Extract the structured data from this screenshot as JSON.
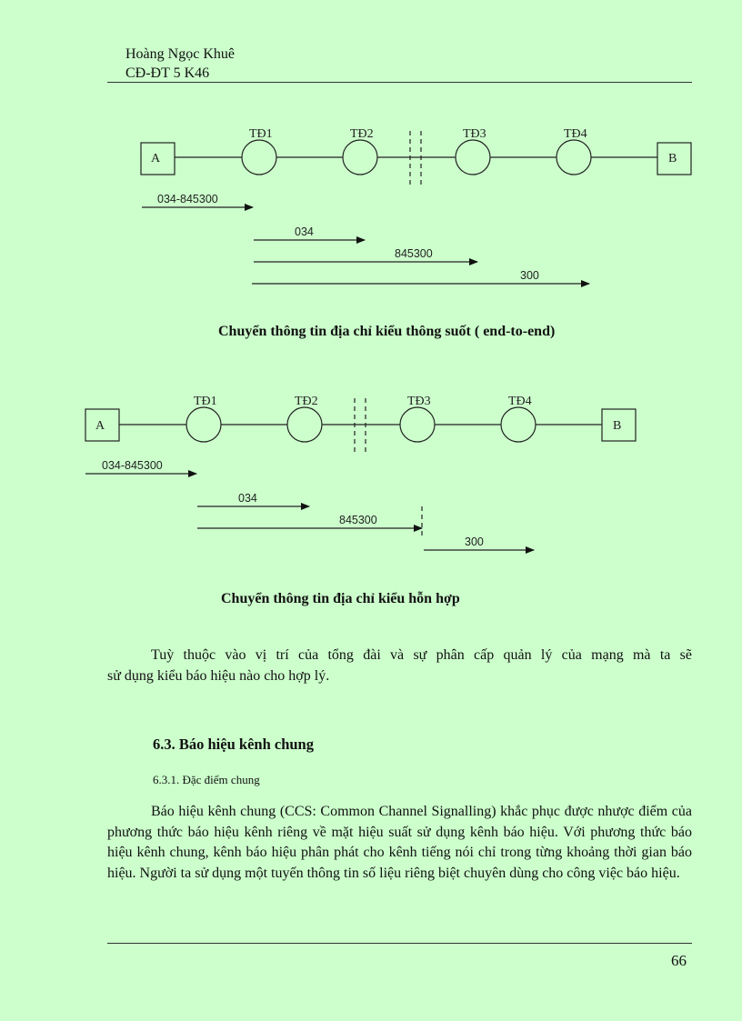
{
  "header": {
    "author": "Hoàng Ngọc Khuê",
    "class": "CĐ-ĐT 5 K46"
  },
  "diagram1": {
    "endpoints": [
      "A",
      "B"
    ],
    "nodes": [
      "TĐ1",
      "TĐ2",
      "TĐ3",
      "TĐ4"
    ],
    "arrows": [
      "034-845300",
      "034",
      "845300",
      "300"
    ],
    "caption": "Chuyển thông tin địa chỉ kiểu  thông suốt ( end-to-end)"
  },
  "diagram2": {
    "endpoints": [
      "A",
      "B"
    ],
    "nodes": [
      "TĐ1",
      "TĐ2",
      "TĐ3",
      "TĐ4"
    ],
    "arrows": [
      "034-845300",
      "034",
      "845300",
      "300"
    ],
    "caption": "Chuyển thông tin địa chỉ  kiểu hỗn hợp"
  },
  "body": {
    "paragraph1_line1": "Tuỳ thuộc vào vị trí của tổng đài và sự phân cấp quản lý  của mạng mà ta sẽ",
    "paragraph1_line2": "sử dụng kiểu  báo hiệu nào cho hợp lý.",
    "section_heading": "6.3. Báo hiệu kênh chung",
    "subsection_heading": "6.3.1. Đặc  điểm  chung",
    "paragraph2": "Báo hiệu kênh chung (CCS: Common Channel Signalling)  khắc phục được nhược điểm của phương thức báo hiệu kênh riêng về mặt hiệu suất sử dụng kênh báo hiệu. Với phương thức báo hiệu kênh chung, kênh báo hiệu phân phát cho kênh tiếng nói chỉ trong từng khoảng thời gian báo hiệu. Người ta sử dụng một tuyến thông tin số liệu riêng biệt chuyên dùng cho công việc báo hiệu."
  },
  "footer": {
    "page_number": "66"
  }
}
